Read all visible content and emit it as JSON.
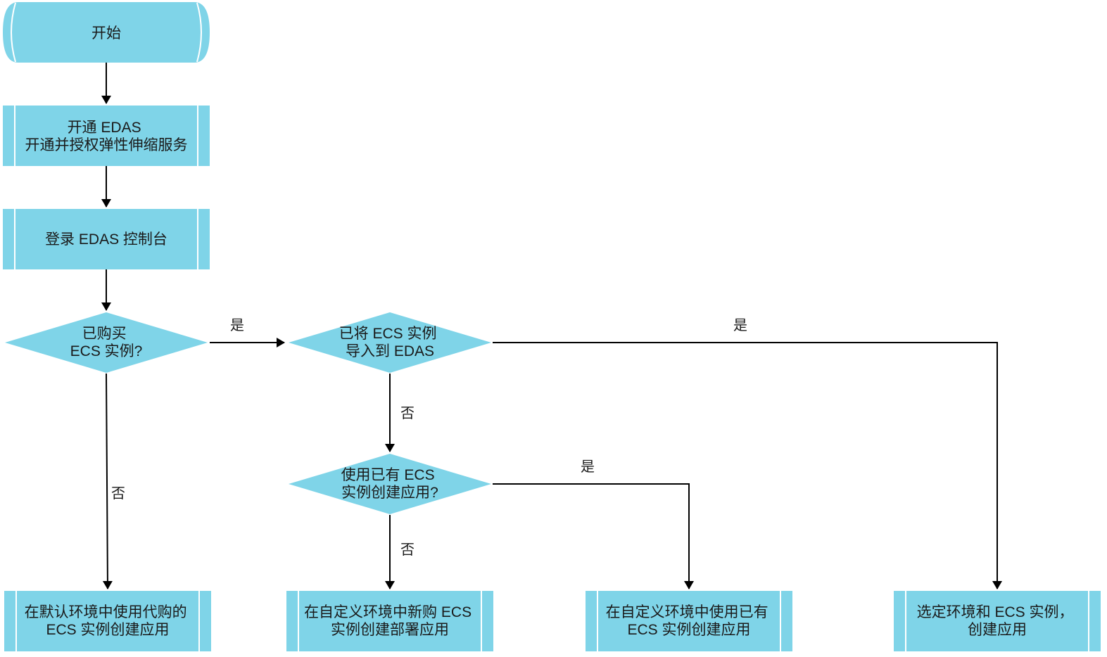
{
  "colors": {
    "node_fill": "#7fd4e8",
    "node_divider": "#ffffff",
    "edge_stroke": "#000000",
    "text": "#1a1a1a"
  },
  "nodes": {
    "start": {
      "lines": [
        "开始"
      ]
    },
    "activate_edas": {
      "lines": [
        "开通 EDAS",
        "开通并授权弹性伸缩服务"
      ]
    },
    "login_console": {
      "lines": [
        "登录 EDAS 控制台"
      ]
    },
    "decision_purchased": {
      "lines": [
        "已购买",
        "ECS 实例?"
      ]
    },
    "decision_imported": {
      "lines": [
        "已将 ECS 实例",
        "导入到 EDAS"
      ]
    },
    "decision_use_existing": {
      "lines": [
        "使用已有 ECS",
        "实例创建应用?"
      ]
    },
    "create_default_env": {
      "lines": [
        "在默认环境中使用代购的",
        "ECS 实例创建应用"
      ]
    },
    "create_custom_new": {
      "lines": [
        "在自定义环境中新购 ECS",
        "实例创建部署应用"
      ]
    },
    "create_custom_existing": {
      "lines": [
        "在自定义环境中使用已有",
        "ECS 实例创建应用"
      ]
    },
    "select_env_ecs": {
      "lines": [
        "选定环境和 ECS 实例，",
        "创建应用"
      ]
    }
  },
  "edge_labels": {
    "yes_purchased": "是",
    "yes_imported": "是",
    "no_imported": "否",
    "no_purchased": "否",
    "yes_use_existing": "是",
    "no_use_existing": "否"
  }
}
